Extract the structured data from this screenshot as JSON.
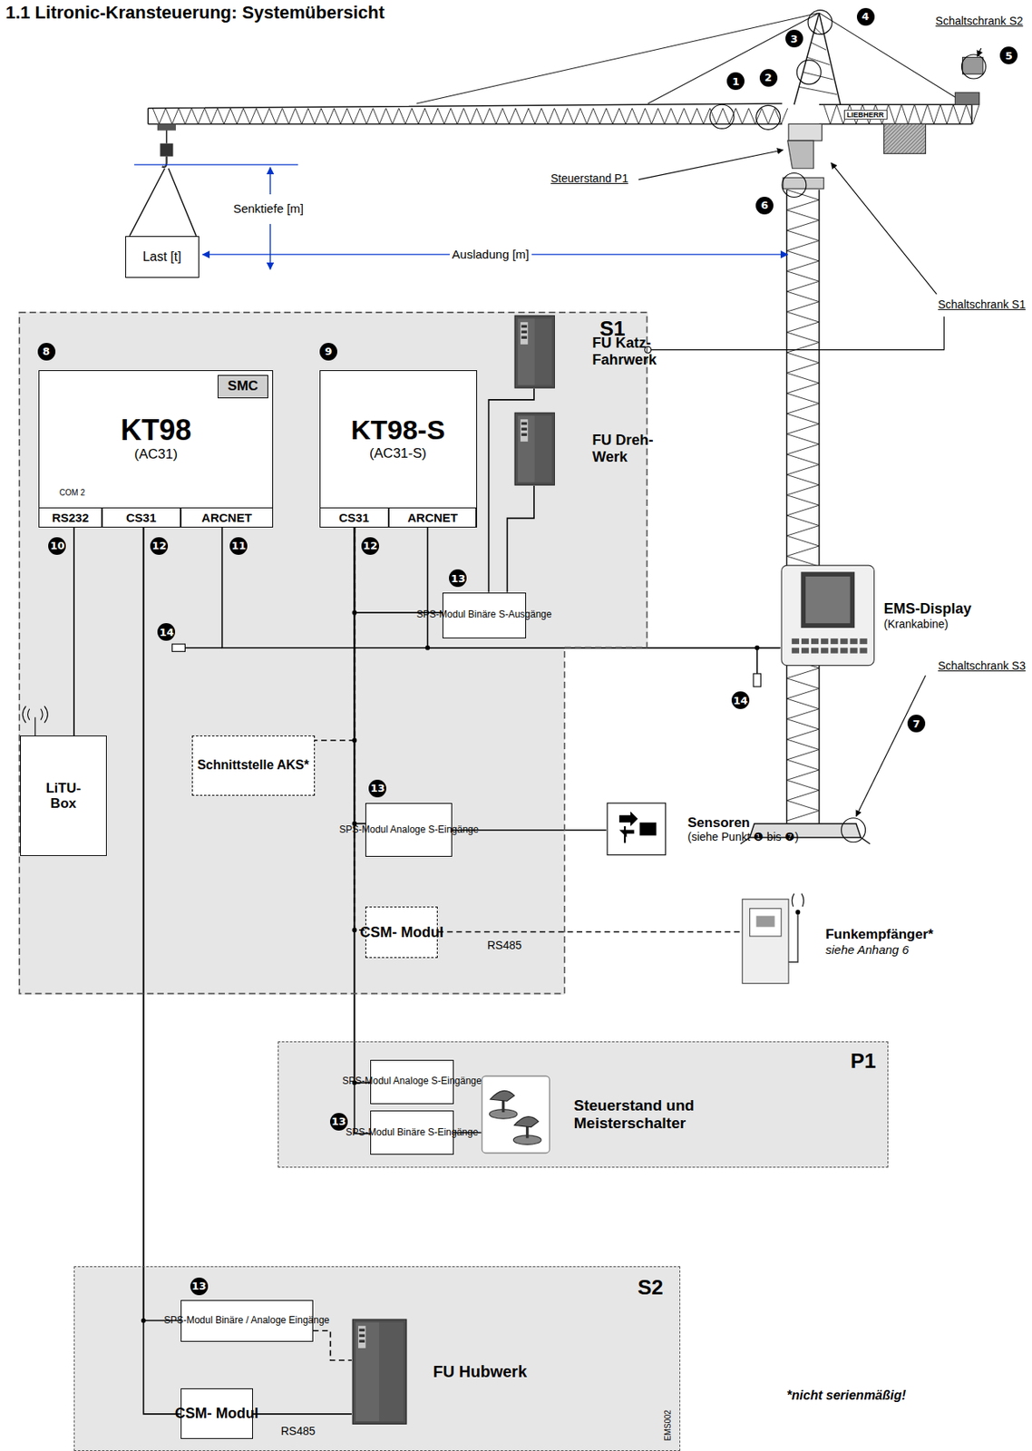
{
  "diagram": {
    "title": "1.1 Litronic-Kransteuerung: Systemübersicht",
    "nodes": [
      {
        "text": [
          "Last [t]"
        ]
      },
      {
        "text": [
          "S1"
        ]
      },
      {
        "text": [
          "KT98",
          "(AC31)"
        ],
        "in": 1
      },
      {
        "text": [
          "SMC"
        ],
        "in": 2
      },
      {
        "text": [
          "RS232"
        ],
        "in": 2
      },
      {
        "text": [
          "CS31"
        ],
        "in": 2
      },
      {
        "text": [
          "ARCNET"
        ],
        "in": 2
      },
      {
        "text": [
          "KT98-S",
          "(AC31-S)"
        ],
        "in": 1
      },
      {
        "text": [
          "CS31"
        ],
        "in": 7
      },
      {
        "text": [
          "ARCNET"
        ],
        "in": 7
      },
      {
        "text": [
          "FU Katz- Fahrwerk"
        ],
        "in": 1
      },
      {
        "text": [
          "FU Dreh- Werk"
        ],
        "in": 1
      },
      {
        "text": [
          "SPS-Modul Binäre S-Ausgänge"
        ],
        "in": 1
      },
      {
        "text": [
          "LiTU- Box"
        ],
        "in": 1
      },
      {
        "text": [
          "Schnittstelle AKS*"
        ],
        "in": 1
      },
      {
        "text": [
          "SPS-Modul Analoge S-Eingänge"
        ],
        "in": 1
      },
      {
        "text": [
          "CSM- Modul"
        ],
        "in": 1
      },
      {
        "text": [
          "EMS-Display",
          "(Krankabine)"
        ]
      },
      {
        "text": [
          "Sensoren",
          "(siehe Punkt ❶ bis ❼)"
        ]
      },
      {
        "text": [
          "Funkempfänger*",
          "siehe Anhang 6"
        ]
      },
      {
        "text": [
          "P1"
        ]
      },
      {
        "text": [
          "SPS-Modul Analoge S-Eingänge"
        ],
        "in": 20
      },
      {
        "text": [
          "SPS-Modul Binäre S-Eingänge"
        ],
        "in": 20
      },
      {
        "text": [
          "Steuerstand und Meisterschalter"
        ],
        "in": 20
      },
      {
        "text": [
          "S2"
        ]
      },
      {
        "text": [
          "SPS-Modul Binäre / Analoge Eingänge"
        ],
        "in": 24
      },
      {
        "text": [
          "CSM- Modul"
        ],
        "in": 24
      },
      {
        "text": [
          "FU Hubwerk"
        ],
        "in": 24
      }
    ],
    "edges": [
      {
        "from": 4,
        "to": 13,
        "arrow": "none"
      },
      {
        "from": 5,
        "to": 25,
        "arrow": "none"
      },
      {
        "from": 5,
        "to": 26,
        "arrow": "none"
      },
      {
        "from": 6,
        "to": 17,
        "arrow": "none"
      },
      {
        "from": 9,
        "to": 17,
        "arrow": "none"
      },
      {
        "from": 8,
        "to": 12,
        "arrow": "none"
      },
      {
        "from": 8,
        "to": 14,
        "arrow": "none"
      },
      {
        "from": 8,
        "to": 15,
        "arrow": "none"
      },
      {
        "from": 8,
        "to": 16,
        "arrow": "none"
      },
      {
        "from": 8,
        "to": 21,
        "arrow": "none"
      },
      {
        "from": 8,
        "to": 22,
        "arrow": "none"
      },
      {
        "from": 12,
        "to": 10,
        "arrow": "none"
      },
      {
        "from": 12,
        "to": 11,
        "arrow": "none"
      },
      {
        "from": 15,
        "to": 18,
        "arrow": "none"
      },
      {
        "from": 16,
        "to": 19,
        "label": "RS485",
        "arrow": "none"
      },
      {
        "from": 22,
        "to": 23,
        "arrow": "none"
      },
      {
        "from": 25,
        "to": 27,
        "arrow": "none"
      },
      {
        "from": 26,
        "to": 27,
        "label": "RS485",
        "arrow": "none"
      }
    ],
    "labels": [
      "Schaltschrank S2",
      "Steuerstand P1",
      "Senktiefe [m]",
      "Ausladung [m]",
      "Schaltschrank S1",
      "Schaltschrank S3",
      "LIEBHERR",
      "1",
      "2",
      "3",
      "4",
      "5",
      "6",
      "7",
      "8",
      "9",
      "COM 2",
      "10",
      "12",
      "11",
      "12",
      "13",
      "14",
      "14",
      "13",
      "13",
      "13",
      "*nicht serienmäßig!",
      "EMS002"
    ]
  }
}
